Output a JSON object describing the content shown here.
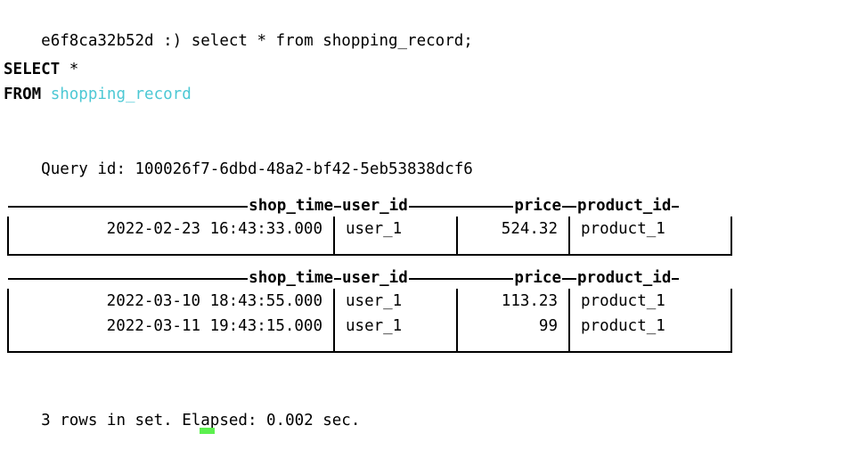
{
  "terminal": {
    "prompt": {
      "host": "e6f8ca32b52d",
      "smiley": ":)",
      "command": "select * from shopping_record;",
      "full_line": "e6f8ca32b52d :) select * from shopping_record;"
    },
    "formatted_query": {
      "keyword_select": "SELECT",
      "star": "*",
      "keyword_from": "FROM",
      "table_name": "shopping_record"
    },
    "query_id_label": "Query id:",
    "query_id": "100026f7-6dbd-48a2-bf42-5eb53838dcf6",
    "query_id_line": "Query id: 100026f7-6dbd-48a2-bf42-5eb53838dcf6",
    "footer": "3 rows in set. Elapsed: 0.002 sec.",
    "footer_parts": {
      "row_count": "3",
      "rows_text": "rows in set.",
      "elapsed_label": "Elapsed:",
      "elapsed_value": "0.002",
      "elapsed_unit": "sec."
    },
    "cursor": {
      "name": "block-cursor",
      "color": "#5cf04e"
    }
  },
  "colors": {
    "background": "#ffffff",
    "text": "#000000",
    "identifier": "#4cc8d4",
    "cursor_green": "#5cf04e",
    "border": "#000000"
  },
  "results": {
    "columns": [
      "shop_time",
      "user_id",
      "price",
      "product_id"
    ],
    "blocks": [
      {
        "name": "result-block-1",
        "columns": [
          "shop_time",
          "user_id",
          "price",
          "product_id"
        ],
        "rows": [
          {
            "shop_time": "2022-02-23 16:43:33.000",
            "user_id": "user_1",
            "price": "524.32",
            "product_id": "product_1"
          }
        ]
      },
      {
        "name": "result-block-2",
        "columns": [
          "shop_time",
          "user_id",
          "price",
          "product_id"
        ],
        "rows": [
          {
            "shop_time": "2022-03-10 18:43:55.000",
            "user_id": "user_1",
            "price": "113.23",
            "product_id": "product_1"
          },
          {
            "shop_time": "2022-03-11 19:43:15.000",
            "user_id": "user_1",
            "price": "99",
            "product_id": "product_1"
          }
        ]
      }
    ]
  }
}
